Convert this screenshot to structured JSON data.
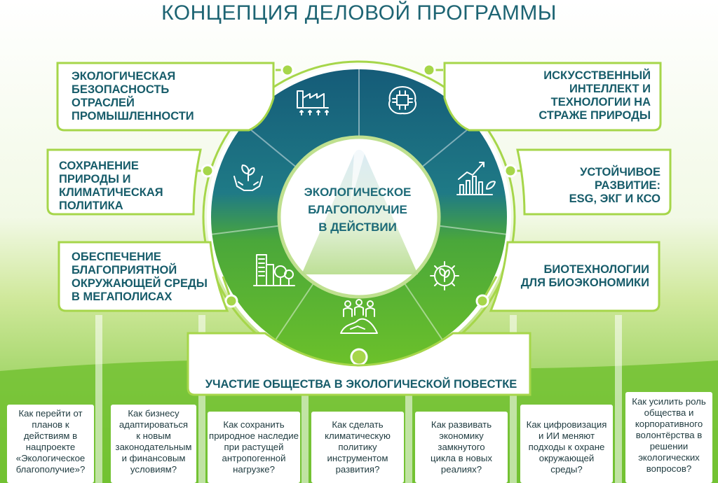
{
  "header": {
    "title": "КОНЦЕПЦИЯ ДЕЛОВОЙ ПРОГРАММЫ"
  },
  "center": {
    "line1": "ЭКОЛОГИЧЕСКОЕ",
    "line2": "БЛАГОПОЛУЧИЕ",
    "line3": "В ДЕЙСТВИИ"
  },
  "topics": [
    {
      "lines": [
        "ЭКОЛОГИЧЕСКАЯ",
        "БЕЗОПАСНОСТЬ",
        "ОТРАСЛЕЙ",
        "ПРОМЫШЛЕННОСТИ"
      ],
      "icon": "factory-icon"
    },
    {
      "lines": [
        "ИСКУССТВЕННЫЙ",
        "ИНТЕЛЛЕКТ И",
        "ТЕХНОЛОГИИ НА",
        "СТРАЖЕ ПРИРОДЫ"
      ],
      "icon": "ai-chip-brain-icon"
    },
    {
      "lines": [
        "СОХРАНЕНИЕ",
        "ПРИРОДЫ И",
        "КЛИМАТИЧЕСКАЯ",
        "ПОЛИТИКА"
      ],
      "icon": "hands-plant-icon"
    },
    {
      "lines": [
        "УСТОЙЧИВОЕ",
        "РАЗВИТИЕ:",
        "ESG, ЭКГ И КСО"
      ],
      "icon": "growth-chart-icon"
    },
    {
      "lines": [
        "ОБЕСПЕЧЕНИЕ",
        "БЛАГОПРИЯТНОЙ",
        "ОКРУЖАЮЩЕЙ СРЕДЫ",
        "В МЕГАПОЛИСАХ"
      ],
      "icon": "city-trees-icon"
    },
    {
      "lines": [
        "БИОТЕХНОЛОГИИ",
        "ДЛЯ БИОЭКОНОМИКИ"
      ],
      "icon": "gear-leaf-icon"
    },
    {
      "lines": [
        "УЧАСТИЕ ОБЩЕСТВА В ЭКОЛОГИЧЕСКОЙ ПОВЕСТКЕ"
      ],
      "icon": "people-community-icon"
    }
  ],
  "questions": [
    [
      "Как перейти от",
      "планов к",
      "действиям в",
      "нацпроекте",
      "«Экологическое",
      "благополучие»?"
    ],
    [
      "Как бизнесу",
      "адаптироваться",
      "к новым",
      "законодательным",
      "и финансовым",
      "условиям?"
    ],
    [
      "Как сохранить",
      "природное наследие",
      "при растущей",
      "антропогенной",
      "нагрузке?"
    ],
    [
      "Как сделать",
      "климатическую",
      "политику",
      "инструментом",
      "развития?"
    ],
    [
      "Как развивать",
      "экономику",
      "замкнутого",
      "цикла в новых",
      "реалиях?"
    ],
    [
      "Как цифровизация",
      "и ИИ меняют",
      "подходы к охране",
      "окружающей",
      "среды?"
    ],
    [
      "Как усилить роль",
      "общества и",
      "корпоративного",
      "волонтёрства в",
      "решении",
      "экологических",
      "вопросов?"
    ]
  ],
  "colors": {
    "teal": "#1b6b80",
    "green": "#5cb82b",
    "light_green": "#a6d64a",
    "text": "#175c6a"
  }
}
